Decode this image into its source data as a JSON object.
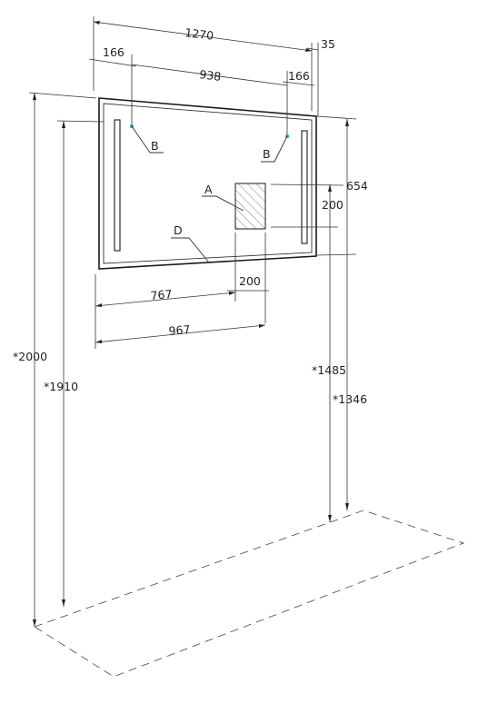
{
  "dimensions": {
    "total_width": "1270",
    "frame_offset": "35",
    "led_left": "166",
    "led_span": "938",
    "led_right": "166",
    "socket_height_top": "654",
    "socket_size_v": "200",
    "socket_size_h": "200",
    "socket_left_767": "767",
    "socket_left_967": "967",
    "height_2000": "*2000",
    "height_1910": "*1910",
    "height_1485": "*1485",
    "height_1346": "*1346"
  },
  "labels": {
    "sensor_left": "B",
    "sensor_right": "B",
    "socket": "A",
    "frame": "D"
  },
  "colors": {
    "sensor": "#1aa0c8",
    "lines": "#333333"
  }
}
